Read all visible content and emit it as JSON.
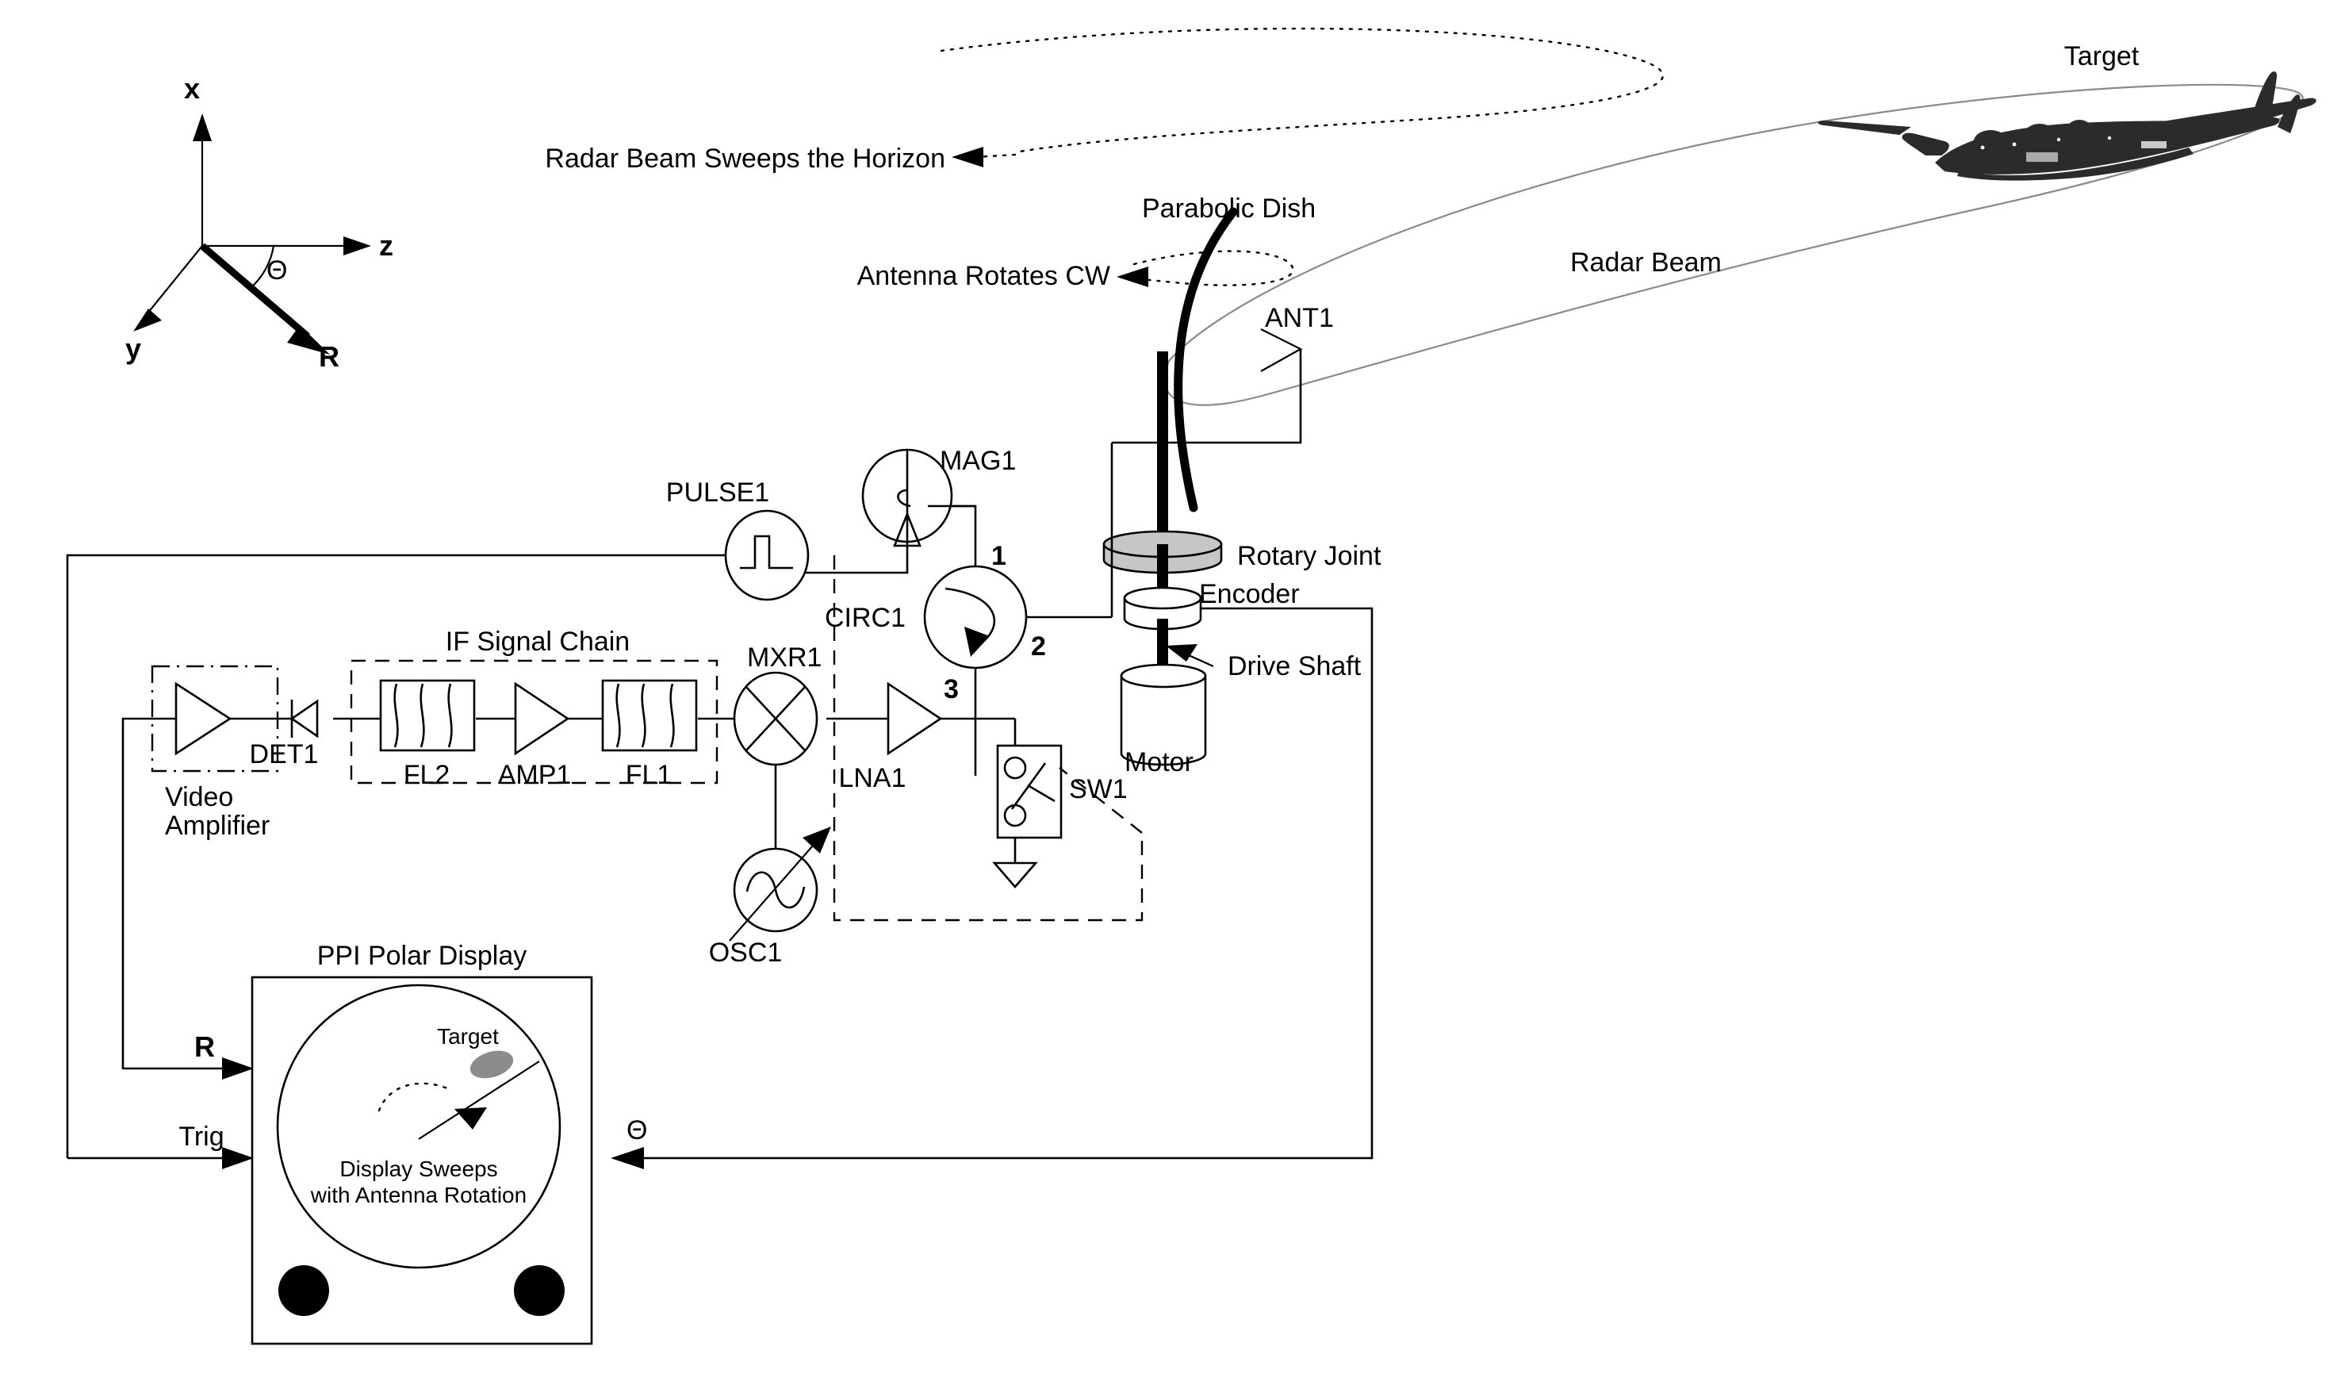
{
  "diagram": {
    "title": "Rotating Parabolic Dish Pulse Radar System Block Diagram",
    "background_color": "#ffffff",
    "line_color": "#000000",
    "beam_color": "#8a8a8a",
    "rotary_joint_color": "#c6c6c6"
  },
  "axes": {
    "x_label": "x",
    "y_label": "y",
    "z_label": "z",
    "r_label": "R",
    "theta_label": "Θ"
  },
  "annotations": {
    "radar_beam_sweeps": "Radar Beam Sweeps the Horizon",
    "antenna_rotates_cw": "Antenna Rotates CW",
    "parabolic_dish": "Parabolic Dish",
    "radar_beam": "Radar Beam",
    "target": "Target",
    "rotary_joint": "Rotary Joint",
    "encoder": "Encoder",
    "drive_shaft": "Drive Shaft",
    "motor": "Motor",
    "if_signal_chain": "IF Signal Chain",
    "video_amplifier_line1": "Video",
    "video_amplifier_line2": "Amplifier",
    "ppi_polar_display": "PPI Polar Display",
    "display_sweeps_line1": "Display Sweeps",
    "display_sweeps_line2": "with Antenna Rotation",
    "display_target": "Target"
  },
  "components": {
    "antenna": "ANT1",
    "circulator": "CIRC1",
    "circulator_port_1": "1",
    "circulator_port_2": "2",
    "circulator_port_3": "3",
    "magnetron": "MAG1",
    "pulse_generator": "PULSE1",
    "switch": "SW1",
    "lna": "LNA1",
    "mixer": "MXR1",
    "oscillator": "OSC1",
    "filter_1": "FL1",
    "amplifier_1": "AMP1",
    "filter_2": "FL2",
    "detector": "DET1"
  },
  "signals": {
    "range": "R",
    "trigger": "Trig",
    "azimuth": "Θ"
  }
}
